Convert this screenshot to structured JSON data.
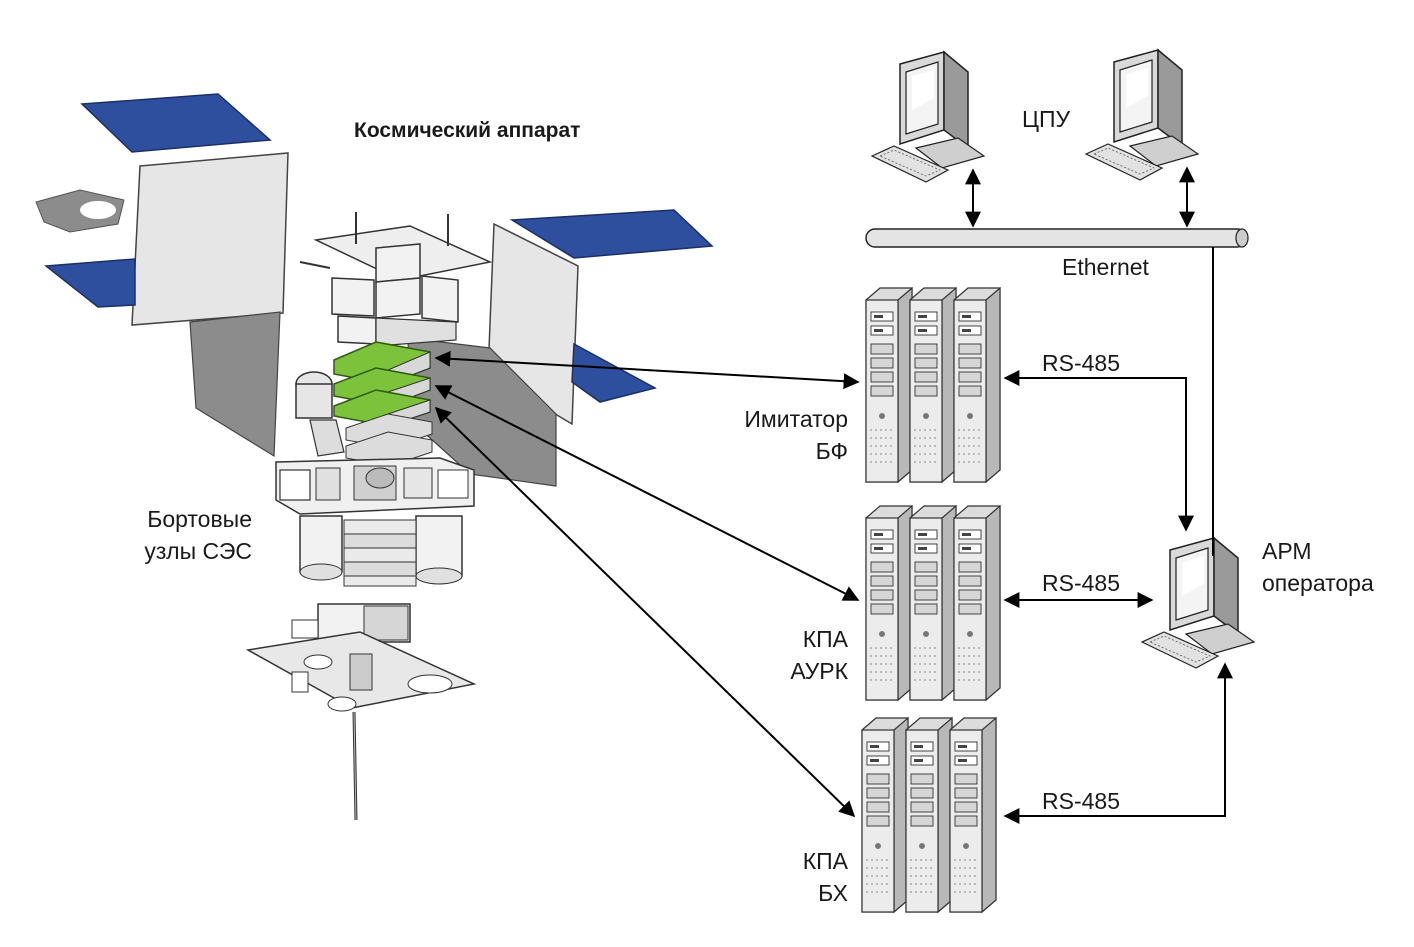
{
  "title": "Космический аппарат",
  "labels": {
    "onboard_line1": "Бортовые",
    "onboard_line2": "узлы СЭС",
    "cpu": "ЦПУ",
    "ethernet": "Ethernet",
    "imitator_line1": "Имитатор",
    "imitator_line2": "БФ",
    "kpa_aurk_line1": "КПА",
    "kpa_aurk_line2": "АУРК",
    "kpa_bh_line1": "КПА",
    "kpa_bh_line2": "БХ",
    "arm_line1": "АРМ",
    "arm_line2": "оператора",
    "rs485_1": "RS-485",
    "rs485_2": "RS-485",
    "rs485_3": "RS-485"
  },
  "colors": {
    "solar_panel": "#2e4f9e",
    "panel_gray": "#8c8c8c",
    "module_green": "#7cc23a",
    "line": "#000000"
  },
  "icons": {
    "computer": "desktop-computer-icon",
    "server": "server-rack-icon"
  }
}
